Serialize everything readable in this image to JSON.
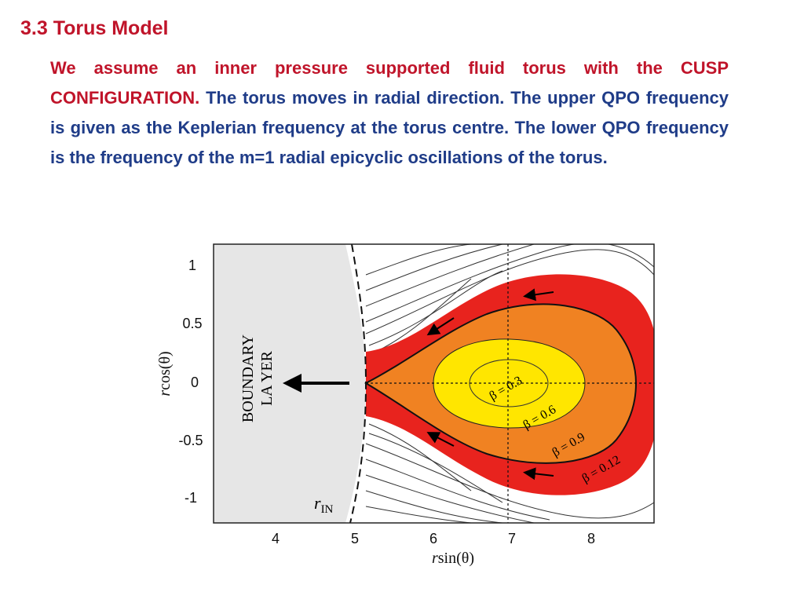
{
  "slide": {
    "title": "3.3 Torus Model",
    "paragraph": {
      "emphasis": "We assume an inner pressure supported fluid torus with the CUSP CONFIGURATION.",
      "body": "The torus moves in radial direction.  The upper QPO frequency  is given as the Keplerian frequency at the torus centre. The lower QPO frequency is the frequency of the m=1 radial epicyclic oscillations of the torus."
    }
  },
  "figure": {
    "x_axis_label_var": "r",
    "x_axis_label_func": "sin(θ)",
    "y_axis_label_var": "r",
    "y_axis_label_func": "cos(θ)",
    "x_ticks": [
      "4",
      "5",
      "6",
      "7",
      "8"
    ],
    "y_ticks": [
      "1",
      "0.5",
      "0",
      "-0.5",
      "-1"
    ],
    "boundary_label_line1": "BOUNDARY",
    "boundary_label_line2": "LA YER",
    "r_in_var": "r",
    "r_in_sub": "IN",
    "contour_labels": [
      "β = 0.3",
      "β = 0.6",
      "β = 0.9",
      "β = 0.12"
    ],
    "colors": {
      "outer_torus": "#e8231e",
      "middle_torus": "#f08222",
      "inner_torus": "#ffe600",
      "boundary_layer": "#e6e6e6",
      "title_red": "#c0142a",
      "body_blue": "#1f3c88"
    }
  }
}
